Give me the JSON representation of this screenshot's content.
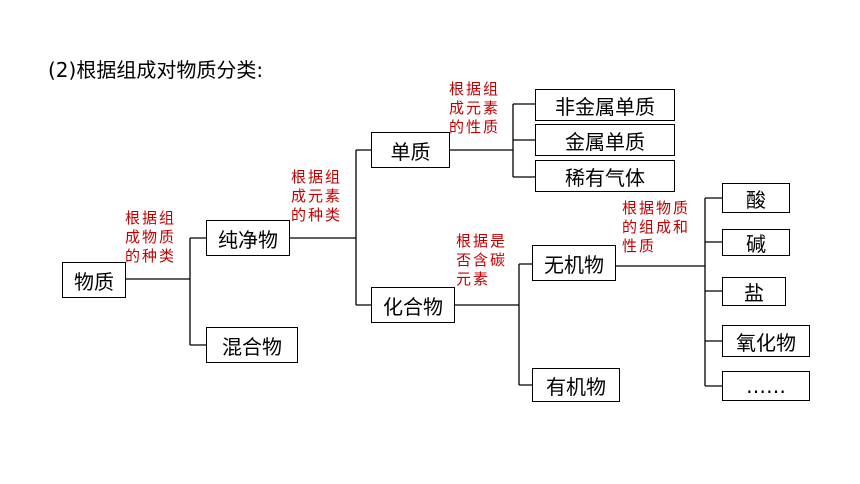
{
  "title": "(2)根据组成对物质分类:",
  "nodes": {
    "wuzhi": "物质",
    "chunjingwu": "纯净物",
    "hunhewu": "混合物",
    "danzhi": "单质",
    "huahewu": "化合物",
    "feijinshu": "非金属单质",
    "jinshu": "金属单质",
    "xiyou": "稀有气体",
    "wujiwu": "无机物",
    "youjiwu": "有机物",
    "suan": "酸",
    "jian": "碱",
    "yan": "盐",
    "yanghuawu": "氧化物",
    "more": "……"
  },
  "notes": {
    "n1": [
      "根据组",
      "成物质",
      "的种类"
    ],
    "n2": [
      "根据组",
      "成元素",
      "的种类"
    ],
    "n3": [
      "根据组",
      "成元素",
      "的性质"
    ],
    "n4": [
      "根据是",
      "否含碳",
      "元素"
    ],
    "n5": [
      "根据物质",
      "的组成和",
      "性质"
    ]
  }
}
